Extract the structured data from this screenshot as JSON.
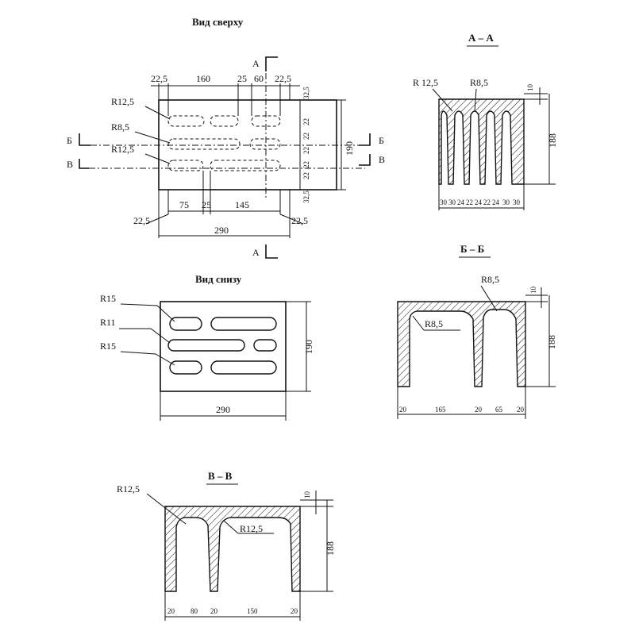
{
  "titles": {
    "top_view": "Вид сверху",
    "bottom_view": "Вид снизу",
    "section_aa": "А – А",
    "section_bb": "Б – Б",
    "section_vv": "В – В"
  },
  "section_marks": {
    "a": "А",
    "b": "Б",
    "v": "В"
  },
  "top_view": {
    "dims_top": [
      "22,5",
      "160",
      "25",
      "60",
      "22,5"
    ],
    "dims_bottom_inner": [
      "75",
      "25",
      "145"
    ],
    "dim_left_bottom": "22,5",
    "dim_right_bottom": "22,5",
    "dim_width": "290",
    "dim_height": "190",
    "right_small_dims": [
      "32,5",
      "22",
      "22",
      "22",
      "22",
      "22",
      "32,5"
    ],
    "radius_labels": [
      "R12,5",
      "R8,5",
      "R12,5"
    ]
  },
  "bottom_view": {
    "radius_labels": [
      "R15",
      "R11",
      "R15"
    ],
    "dim_width": "290",
    "dim_height": "190"
  },
  "section_aa": {
    "radius_labels": [
      "R 12,5",
      "R8,5"
    ],
    "dim_top": "10",
    "dim_height": "188",
    "dims_bottom": [
      "30",
      "30",
      "24",
      "22",
      "24",
      "22",
      "24",
      "30",
      "30"
    ]
  },
  "section_bb": {
    "radius_labels": [
      "R8,5",
      "R8,5"
    ],
    "dim_top": "10",
    "dim_height": "188",
    "dims_bottom": [
      "20",
      "165",
      "20",
      "65",
      "20"
    ]
  },
  "section_vv": {
    "radius_labels": [
      "R12,5",
      "R12,5"
    ],
    "dim_top": "10",
    "dim_height": "188",
    "dims_bottom": [
      "20",
      "80",
      "20",
      "150",
      "20"
    ]
  }
}
